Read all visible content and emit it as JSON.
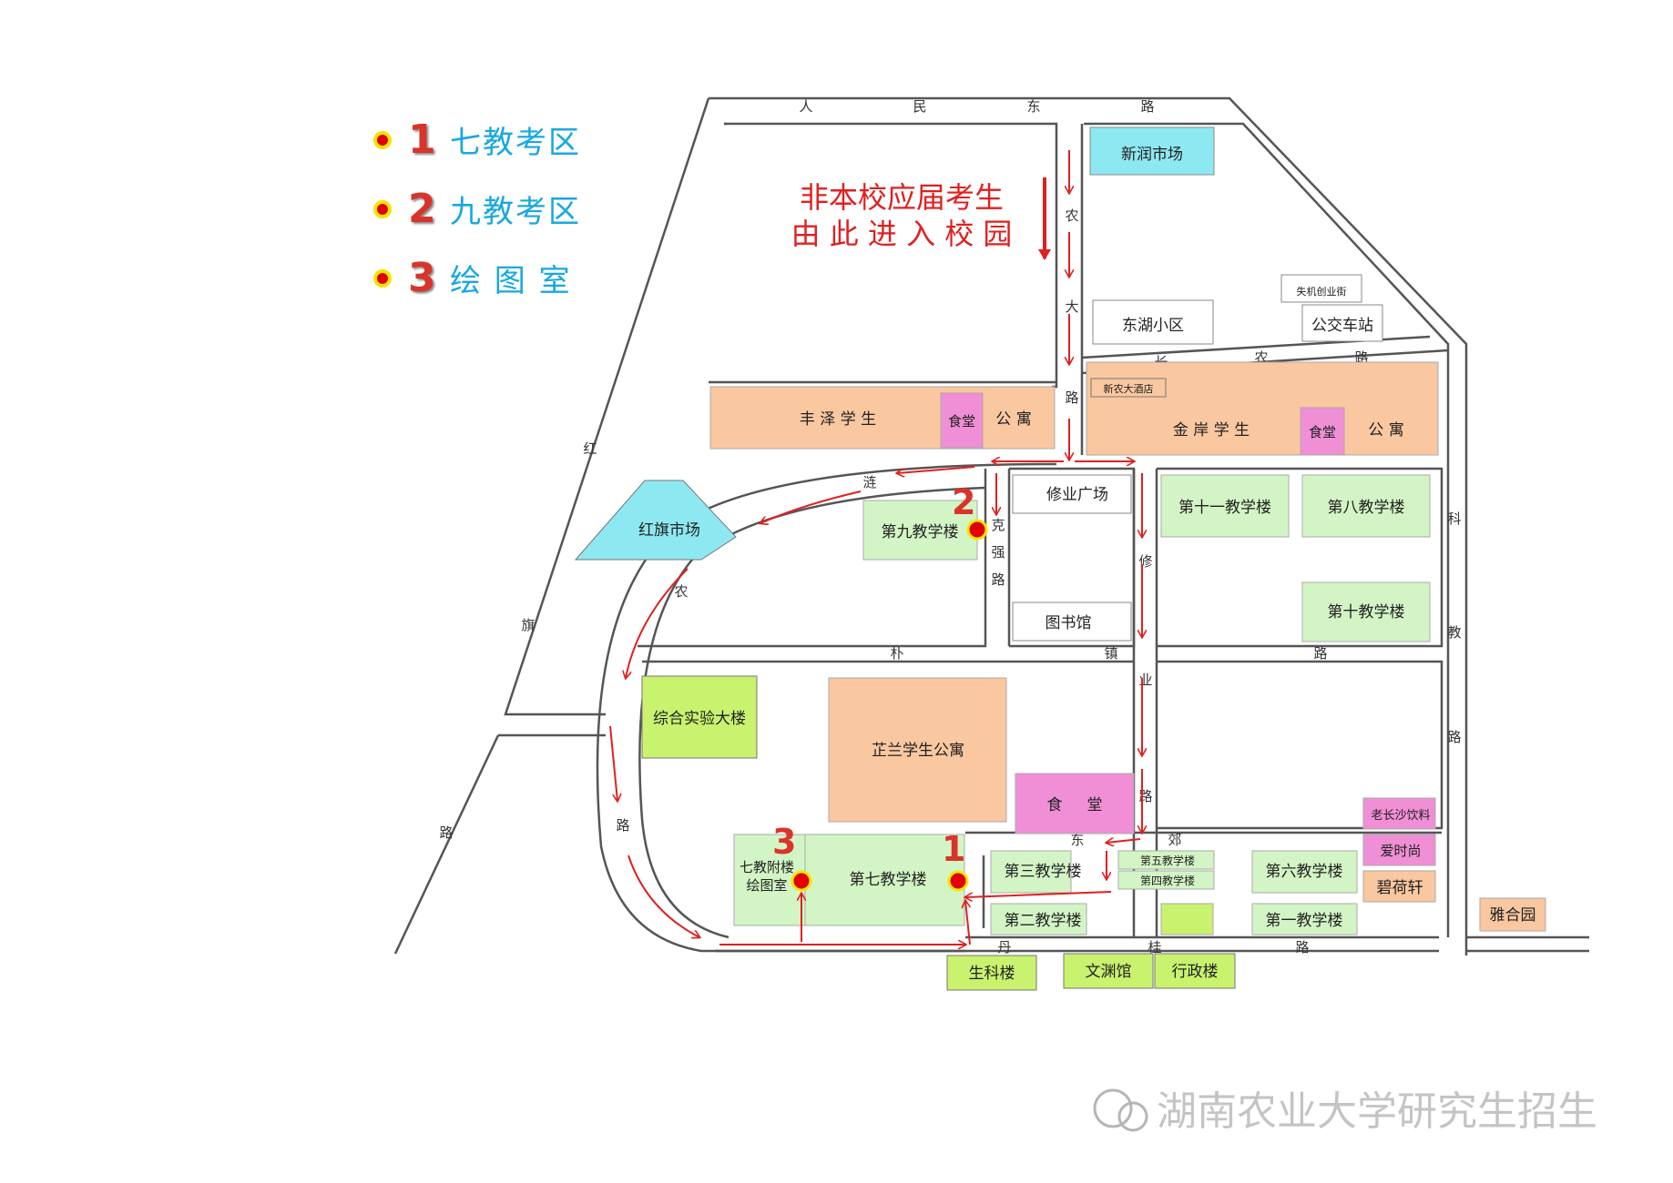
{
  "legend": [
    {
      "num": "1",
      "label": "七教考区"
    },
    {
      "num": "2",
      "label": "九教考区"
    },
    {
      "num": "3",
      "label": "绘 图 室"
    }
  ],
  "notice": {
    "line1": "非本校应届考生",
    "line2": "由 此 进 入 校 园"
  },
  "roads": {
    "renmin": [
      "人",
      "民",
      "东",
      "路"
    ],
    "nongda": [
      "农",
      "大",
      "路"
    ],
    "changnong": [
      "长",
      "农",
      "路"
    ],
    "hongqi": [
      "红",
      "旗",
      "路"
    ],
    "lianbin": [
      "涟",
      "农",
      "路"
    ],
    "keshu": [
      "克",
      "强",
      "路"
    ],
    "xiuye": [
      "修",
      "业",
      "路"
    ],
    "pujing": [
      "朴",
      "镇",
      "路"
    ],
    "kejiao": [
      "科",
      "教",
      "路"
    ],
    "danzhu": [
      "丹",
      "桂",
      "路"
    ],
    "dongjiao": [
      "东",
      "郊"
    ]
  },
  "buildings": {
    "xinrun": "新润市场",
    "donghu": "东湖小区",
    "xiaoyuan": "失机创业街",
    "gongjiao": "公交车站",
    "jinandajiudian": "新农大酒店",
    "fengze": "丰 泽 学 生",
    "fengze_gy": "公 寓",
    "canteen_fz": "食堂",
    "jinan": "金 岸 学 生",
    "jinan_gy": "公 寓",
    "canteen_ja": "食堂",
    "hongqi": "红旗市场",
    "jiu": "第九教学楼",
    "xiuyegc": "修业广场",
    "library": "图书馆",
    "shiyi": "第十一教学楼",
    "ba": "第八教学楼",
    "shi": "第十教学楼",
    "zonghe": "综合实验大楼",
    "zhilan": "芷兰学生公寓",
    "canteen_big": "食     堂",
    "qijiaofu": "七教附楼",
    "huitushi": "绘图室",
    "qi": "第七教学楼",
    "san": "第三教学楼",
    "wu": "第五教学楼",
    "si": "第四教学楼",
    "er": "第二教学楼",
    "liu": "第六教学楼",
    "yi": "第一教学楼",
    "cafe1": "老长沙饮料",
    "cafe2": "爱时尚",
    "bihexuan": "碧荷轩",
    "yahe": "雅合园",
    "sheke": "生科楼",
    "wenyuan": "文渊馆",
    "xingzheng": "行政楼"
  },
  "markers": [
    "1",
    "2",
    "3"
  ],
  "watermark": "湖南农业大学研究生招生",
  "colors": {
    "apartment": "#f9c7a0",
    "teaching": "#d3f5c5",
    "canteen": "#f08ed6",
    "market": "#8ee8f2",
    "lab": "#c9f26e",
    "arrow": "#e02020",
    "marker_red": "#e00000",
    "marker_ring": "#f2e600",
    "legend_text": "#18a8e0"
  }
}
